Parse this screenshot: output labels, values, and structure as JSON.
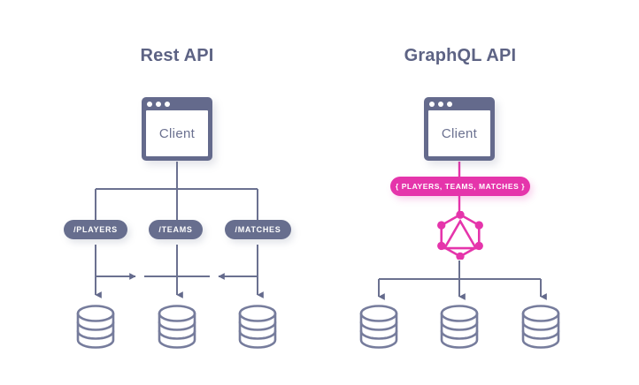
{
  "diagram": {
    "title_rest": "Rest API",
    "title_graphql": "GraphQL API",
    "client_label": "Client",
    "query_pill": "{ PLAYERS, TEAMS, MATCHES }",
    "endpoints": [
      {
        "label": "/PLAYERS"
      },
      {
        "label": "/TEAMS"
      },
      {
        "label": "/MATCHES"
      }
    ],
    "icons": {
      "client_window": "browser-window-icon",
      "graphql_logo": "graphql-logo-icon",
      "database": "database-cylinder-icon"
    },
    "databases_rest": [
      {
        "name": "database-rest-1"
      },
      {
        "name": "database-rest-2"
      },
      {
        "name": "database-rest-3"
      }
    ],
    "databases_graphql": [
      {
        "name": "database-graphql-1"
      },
      {
        "name": "database-graphql-2"
      },
      {
        "name": "database-graphql-3"
      }
    ],
    "colors": {
      "background": "#ffffff",
      "slate": "#646a8c",
      "slate_text": "#5d6384",
      "line": "#6b7190",
      "graphql_pink": "#e535ab",
      "pill_bg": "#676e8e",
      "pill_text": "#ffffff"
    }
  }
}
